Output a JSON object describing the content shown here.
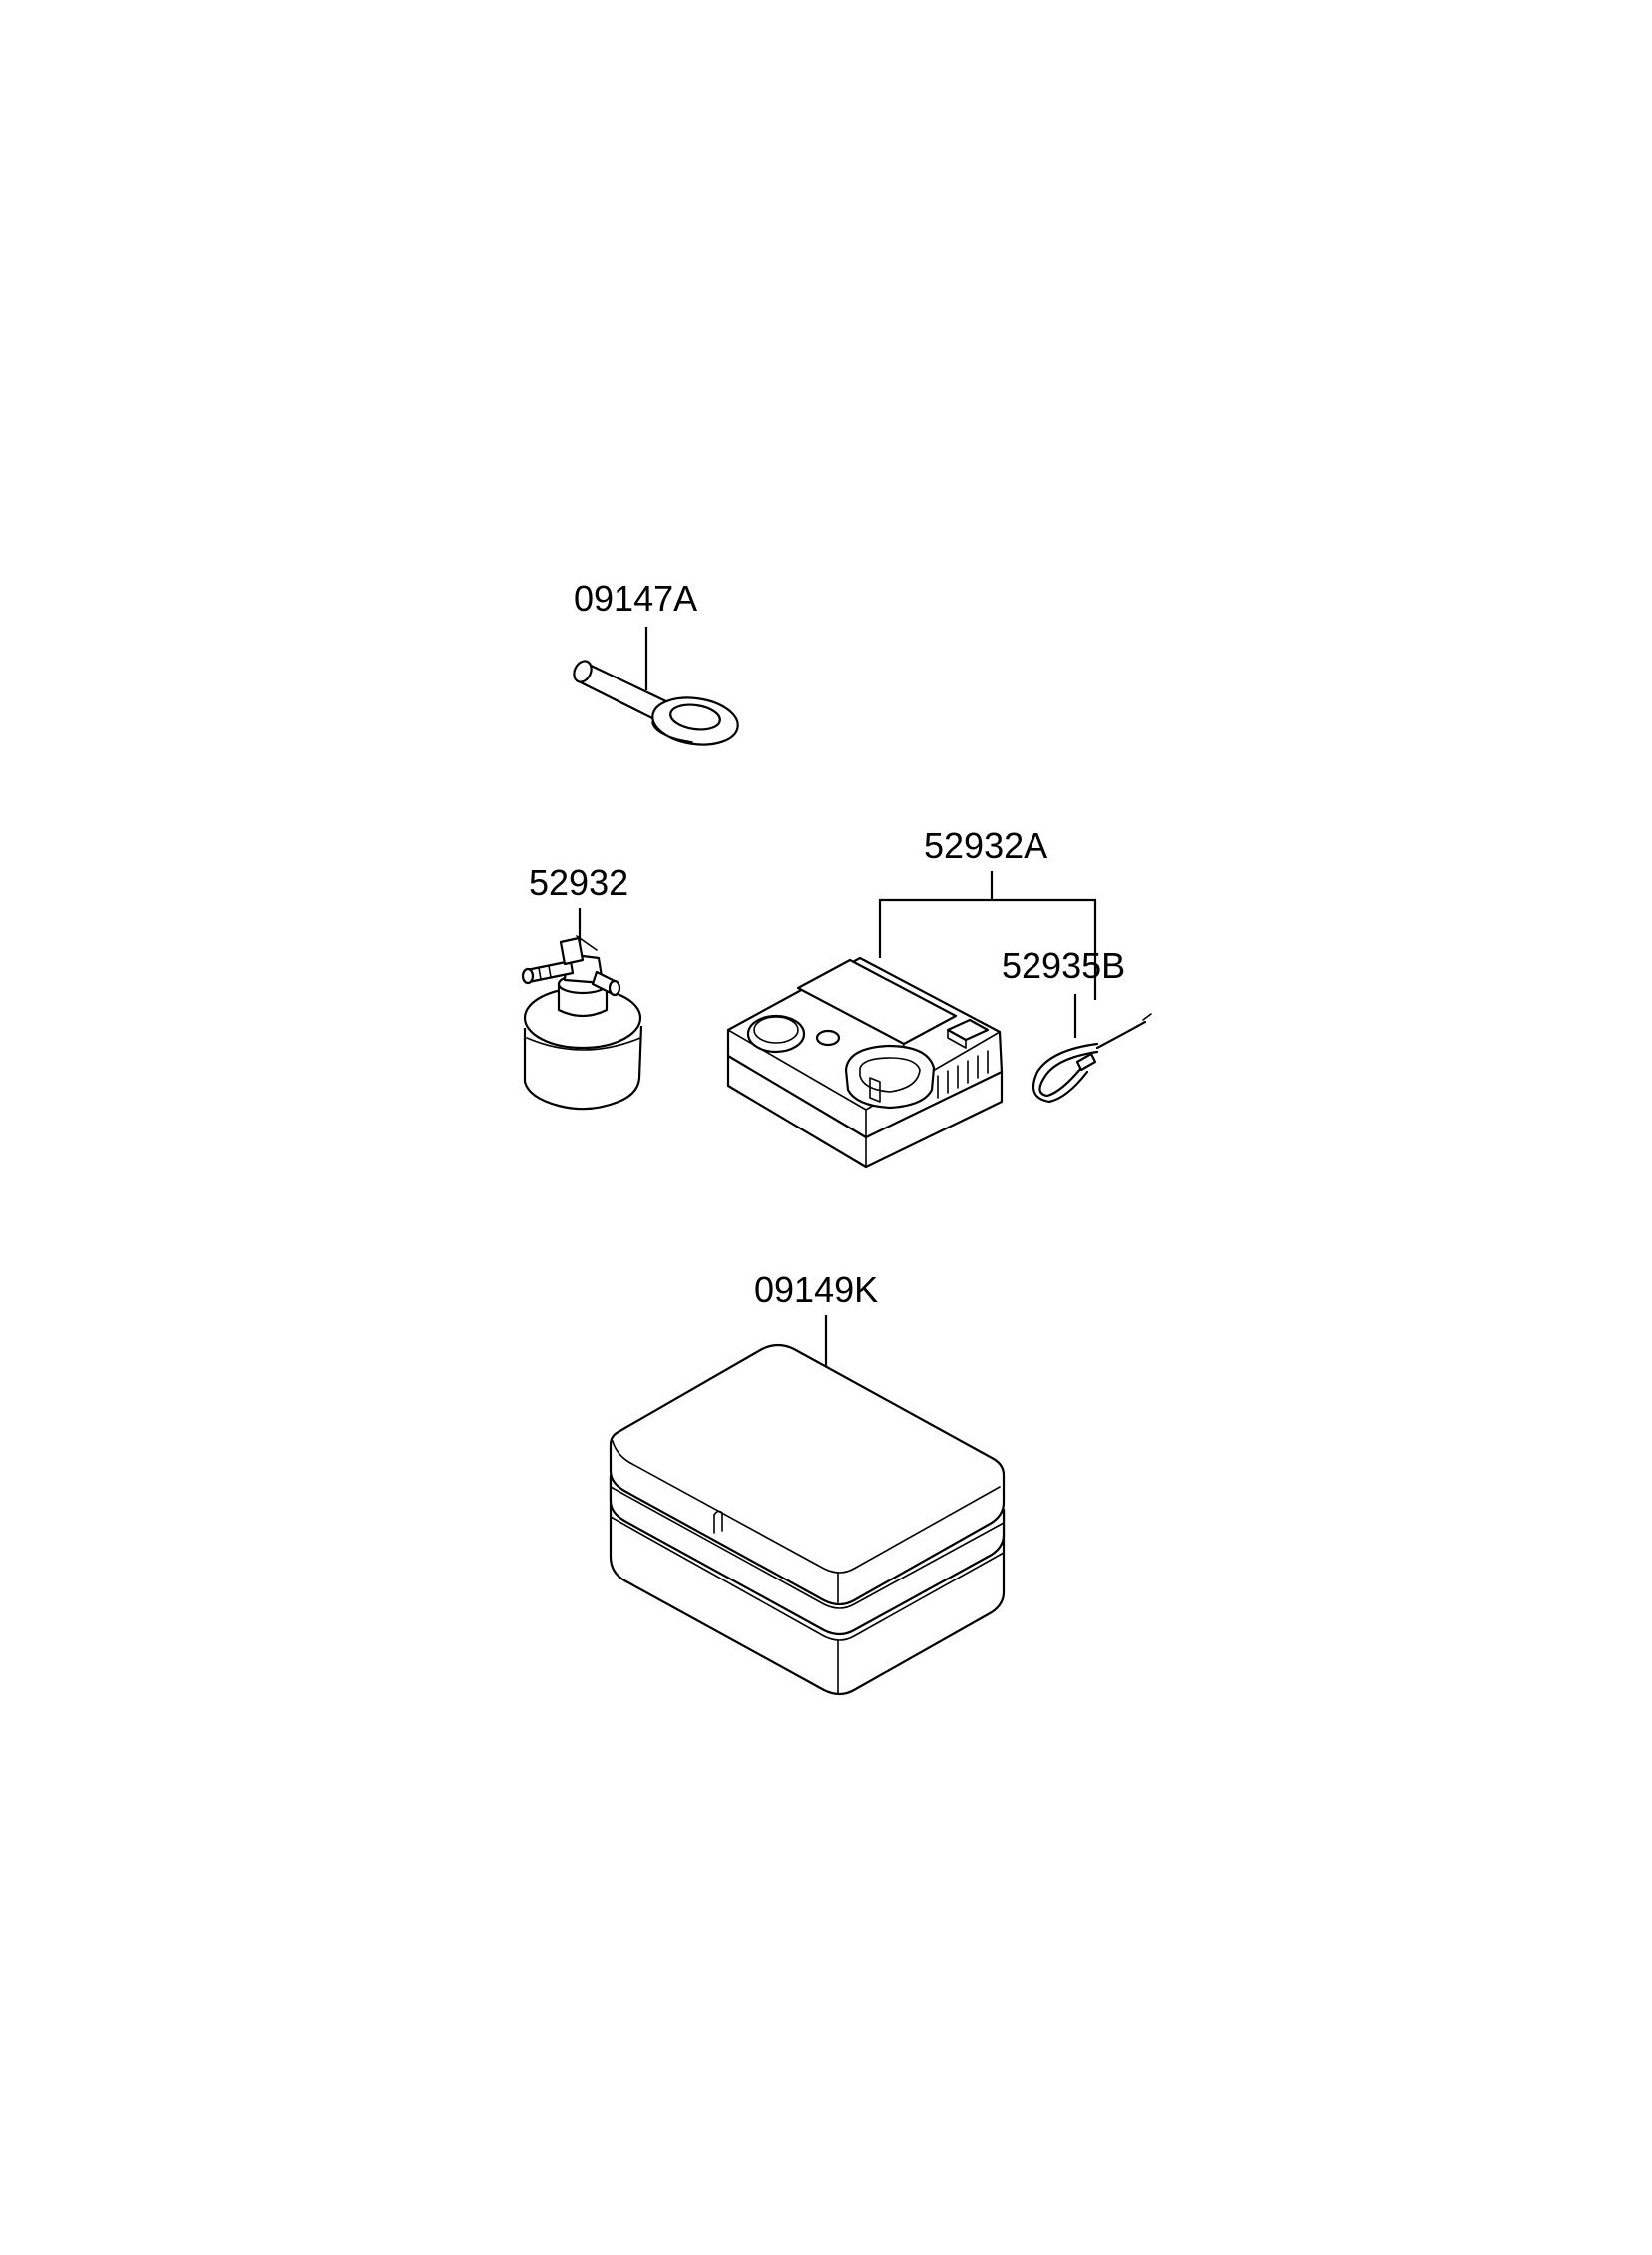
{
  "parts": [
    {
      "id": "towing-hook",
      "number": "09147A"
    },
    {
      "id": "sealant-bottle",
      "number": "52932"
    },
    {
      "id": "air-compressor",
      "number": "52932A"
    },
    {
      "id": "hose",
      "number": "52935B"
    },
    {
      "id": "case",
      "number": "09149K"
    }
  ],
  "colors": {
    "line": "#000000",
    "background": "#ffffff"
  }
}
